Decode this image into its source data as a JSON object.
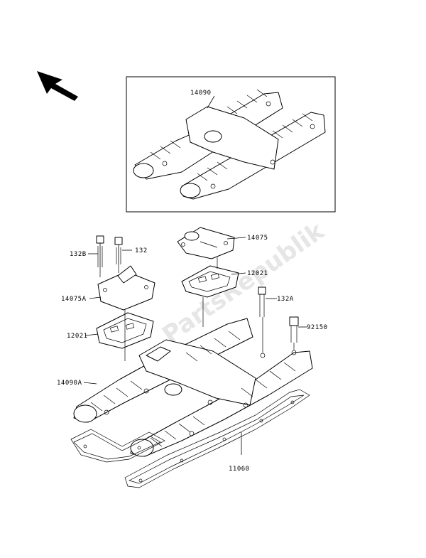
{
  "watermark": "PartsRepublik",
  "labels": {
    "p14090": "14090",
    "p14075": "14075",
    "p132B": "132B",
    "p132": "132",
    "p12021_right": "12021",
    "p14075A": "14075A",
    "p132A": "132A",
    "p12021_left": "12021",
    "p92150": "92150",
    "p14090A": "14090A",
    "p11060": "11060"
  },
  "icons": {
    "direction_arrow": "arrow-up-left-icon"
  }
}
